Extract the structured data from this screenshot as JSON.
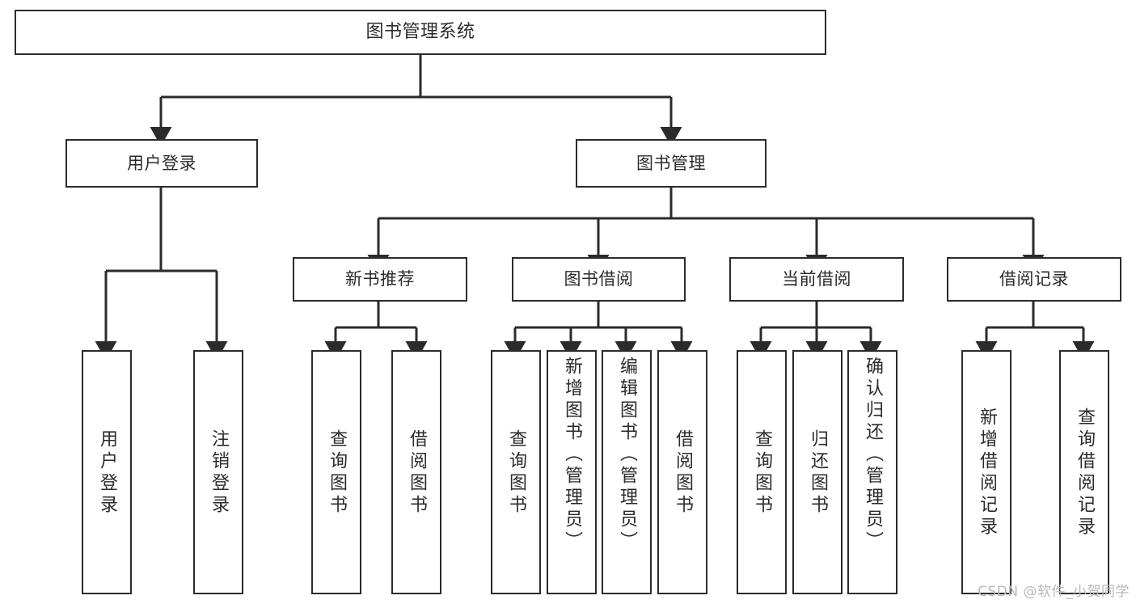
{
  "diagram": {
    "title": "图书管理系统",
    "type": "tree",
    "watermark": "CSDN @软件_小贺同学",
    "colors": {
      "stroke": "#2b2b2b",
      "fill": "#ffffff",
      "background": "#ffffff",
      "watermark": "#b9b9b9"
    },
    "root": {
      "label": "图书管理系统"
    },
    "level2": [
      {
        "label": "用户登录"
      },
      {
        "label": "图书管理"
      }
    ],
    "level3": [
      {
        "label": "新书推荐"
      },
      {
        "label": "图书借阅"
      },
      {
        "label": "当前借阅"
      },
      {
        "label": "借阅记录"
      }
    ],
    "leaves": {
      "user_login": [
        {
          "label": "用户登录"
        },
        {
          "label": "注销登录"
        }
      ],
      "new_book": [
        {
          "label": "查询图书"
        },
        {
          "label": "借阅图书"
        }
      ],
      "book_borrow": [
        {
          "label": "查询图书"
        },
        {
          "label": "新增图书（管理员）"
        },
        {
          "label": "编辑图书（管理员）"
        },
        {
          "label": "借阅图书"
        }
      ],
      "current_borrow": [
        {
          "label": "查询图书"
        },
        {
          "label": "归还图书"
        },
        {
          "label": "确认归还（管理员）"
        }
      ],
      "borrow_record": [
        {
          "label": "新增借阅记录"
        },
        {
          "label": "查询借阅记录"
        }
      ]
    }
  }
}
